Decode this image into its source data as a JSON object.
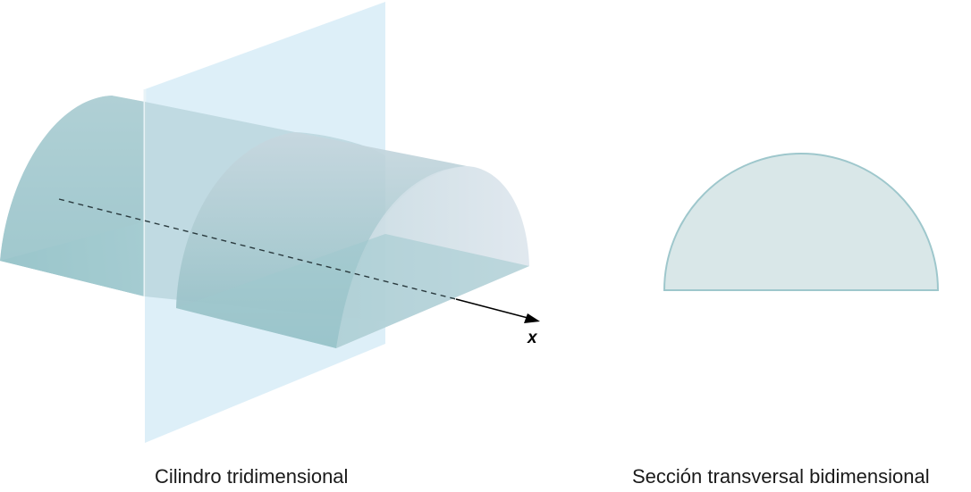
{
  "figure": {
    "axis_label": "x",
    "caption_left": "Cilindro tridimensional",
    "caption_right": "Sección transversal bidimensional"
  },
  "colors": {
    "solid_face": "#a9cfd4",
    "solid_dark": "#7fb2bb",
    "solid_light": "#d9e4ea",
    "plane": "#d3ebf5",
    "cross_section_fill": "#d9e7e8",
    "cross_section_stroke": "#9ec7cc",
    "axis": "#111111"
  }
}
